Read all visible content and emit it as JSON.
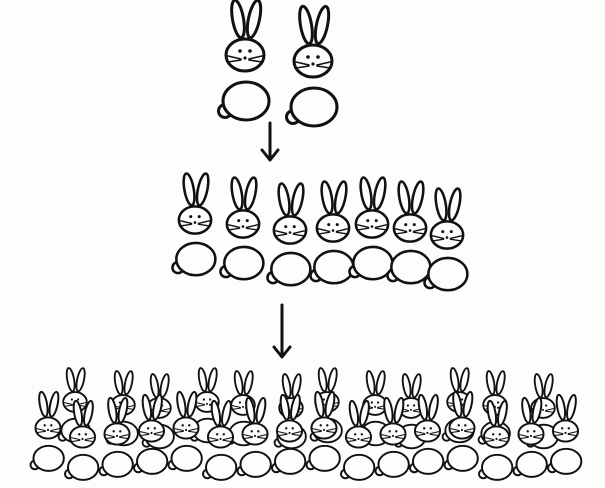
{
  "figure": {
    "kind": "population growth sketch",
    "ink_color": "#111111",
    "paper_color": "#fdfdfc"
  },
  "generations": [
    {
      "rabbit_count": 2
    },
    {
      "rabbit_count": 7
    },
    {
      "rabbit_count": 28
    }
  ],
  "arrows": [
    {
      "from": 1,
      "to": 2
    },
    {
      "from": 2,
      "to": 3
    }
  ]
}
